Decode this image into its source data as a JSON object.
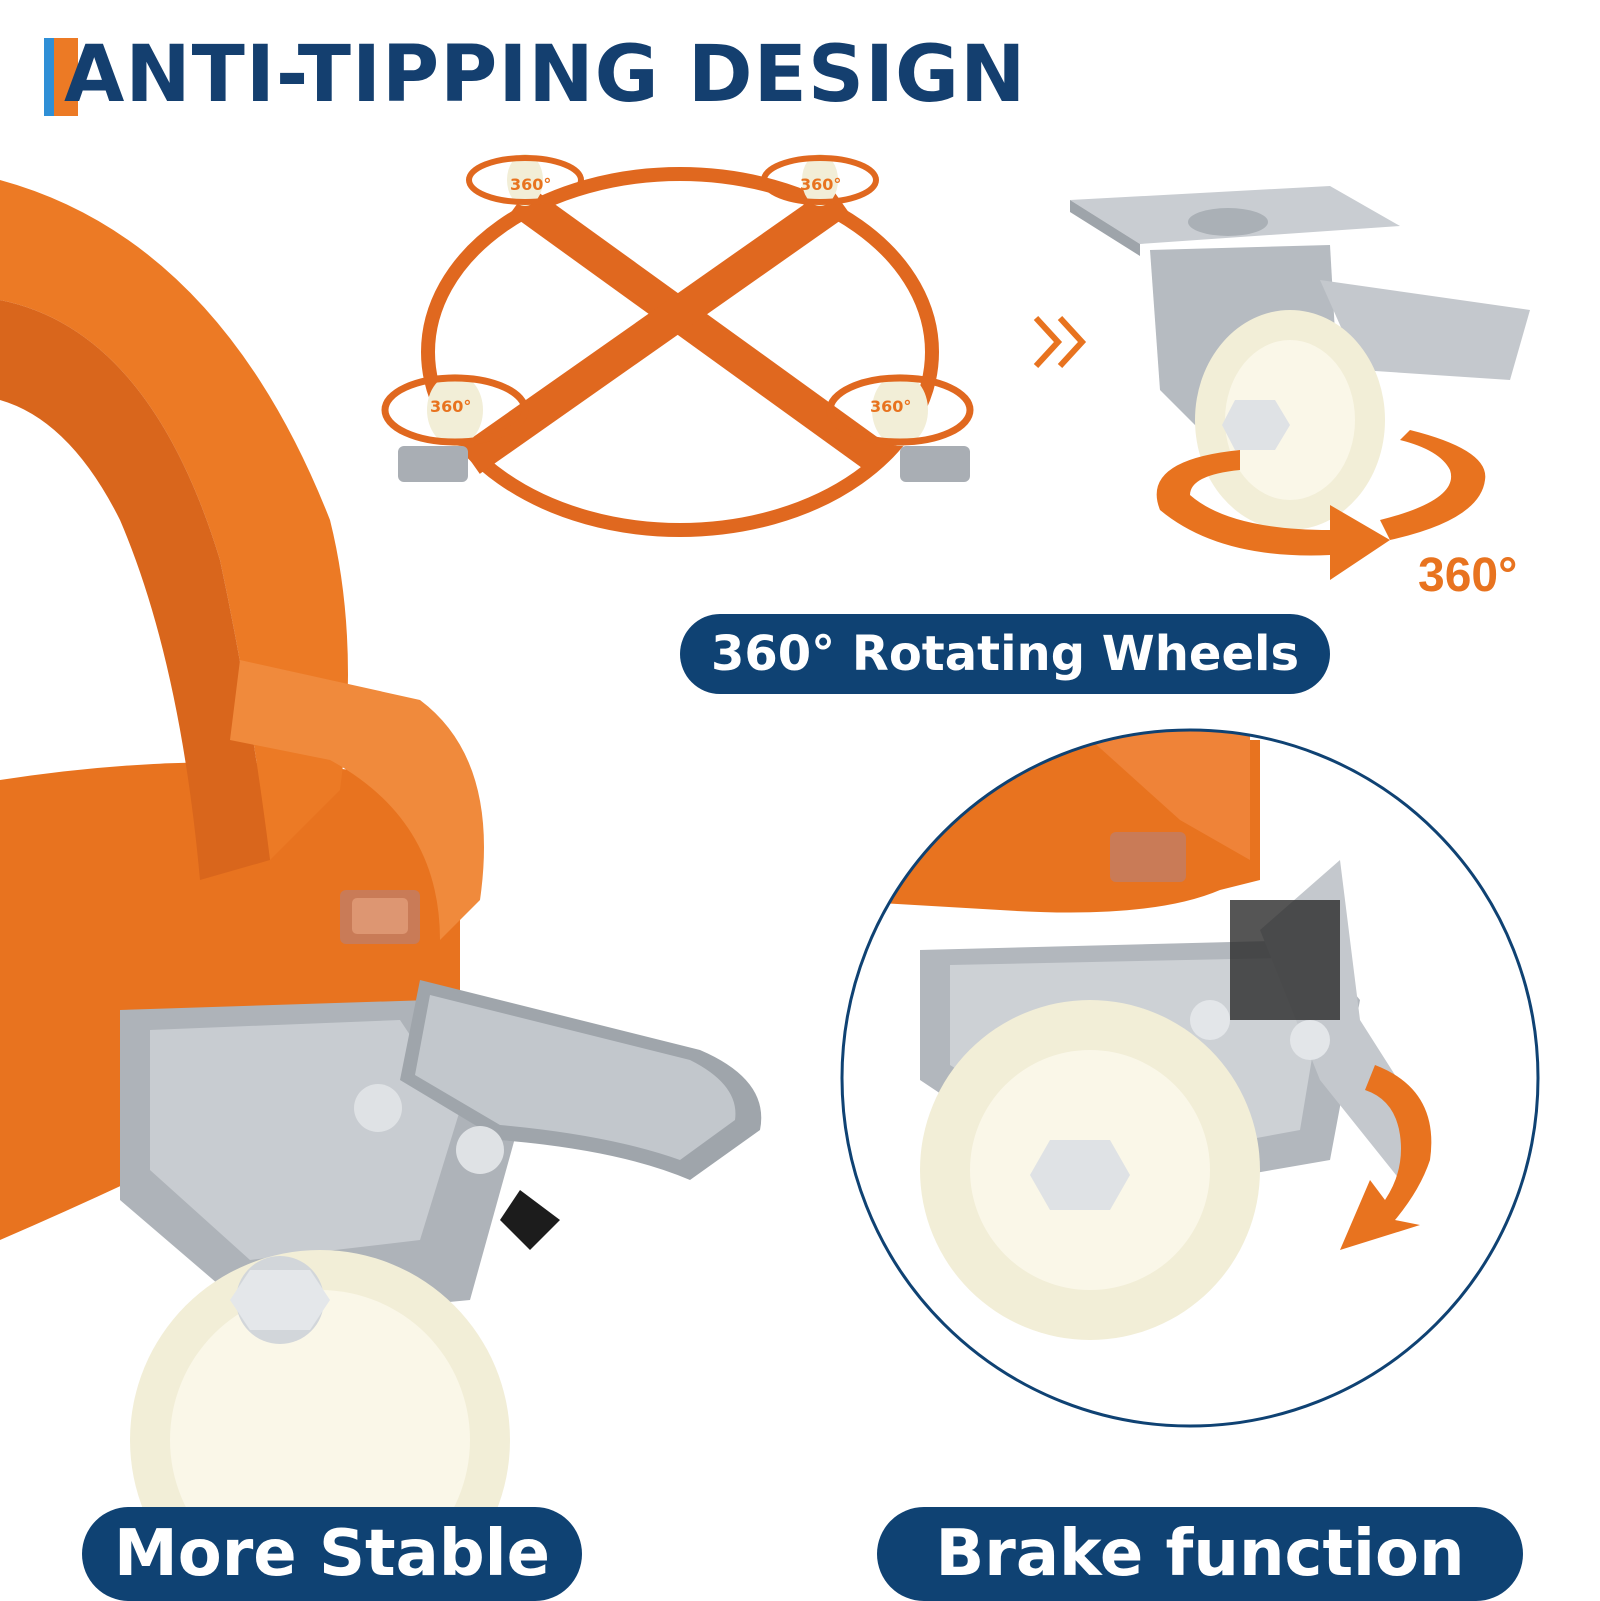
{
  "title": "ANTI-TIPPING DESIGN",
  "labels": {
    "rotating": "360° Rotating Wheels",
    "stable": "More Stable",
    "brake": "Brake function",
    "degree": "360°",
    "small_degree": "360°"
  },
  "colors": {
    "orange": "#e8731f",
    "navy": "#0f4273",
    "title": "#143f6f",
    "accent_blue": "#2f8fd6",
    "steel": "#b9bec4",
    "wheel": "#f4f0dc"
  }
}
